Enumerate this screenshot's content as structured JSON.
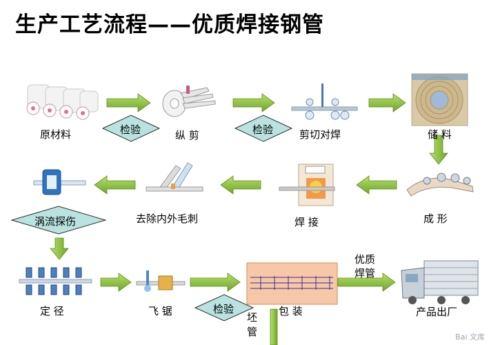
{
  "title": "生产工艺流程——优质焊接钢管",
  "steps": {
    "raw": "原材料",
    "slit": "纵 剪",
    "weld_cut": "剪切对焊",
    "store": "储 料",
    "form": "成 形",
    "weld": "焊 接",
    "deburr": "去除内外毛刺",
    "sizing": "定 径",
    "saw": "飞 锯",
    "pack": "包 装",
    "ship": "产品出厂"
  },
  "checks": {
    "check1": "检验",
    "check2": "检验",
    "eddy": "涡流探伤",
    "check3": "检验"
  },
  "side_labels": {
    "quality_pipe_1": "优质",
    "quality_pipe_2": "焊管",
    "blank_pipe_1": "坯",
    "blank_pipe_2": "管"
  },
  "watermark": "Bai 文库",
  "colors": {
    "arrow": "#8cc63f",
    "arrow_dark": "#5b8d1f",
    "diamond": "#b9e3df",
    "pack_fill": "#f7c8a7"
  }
}
